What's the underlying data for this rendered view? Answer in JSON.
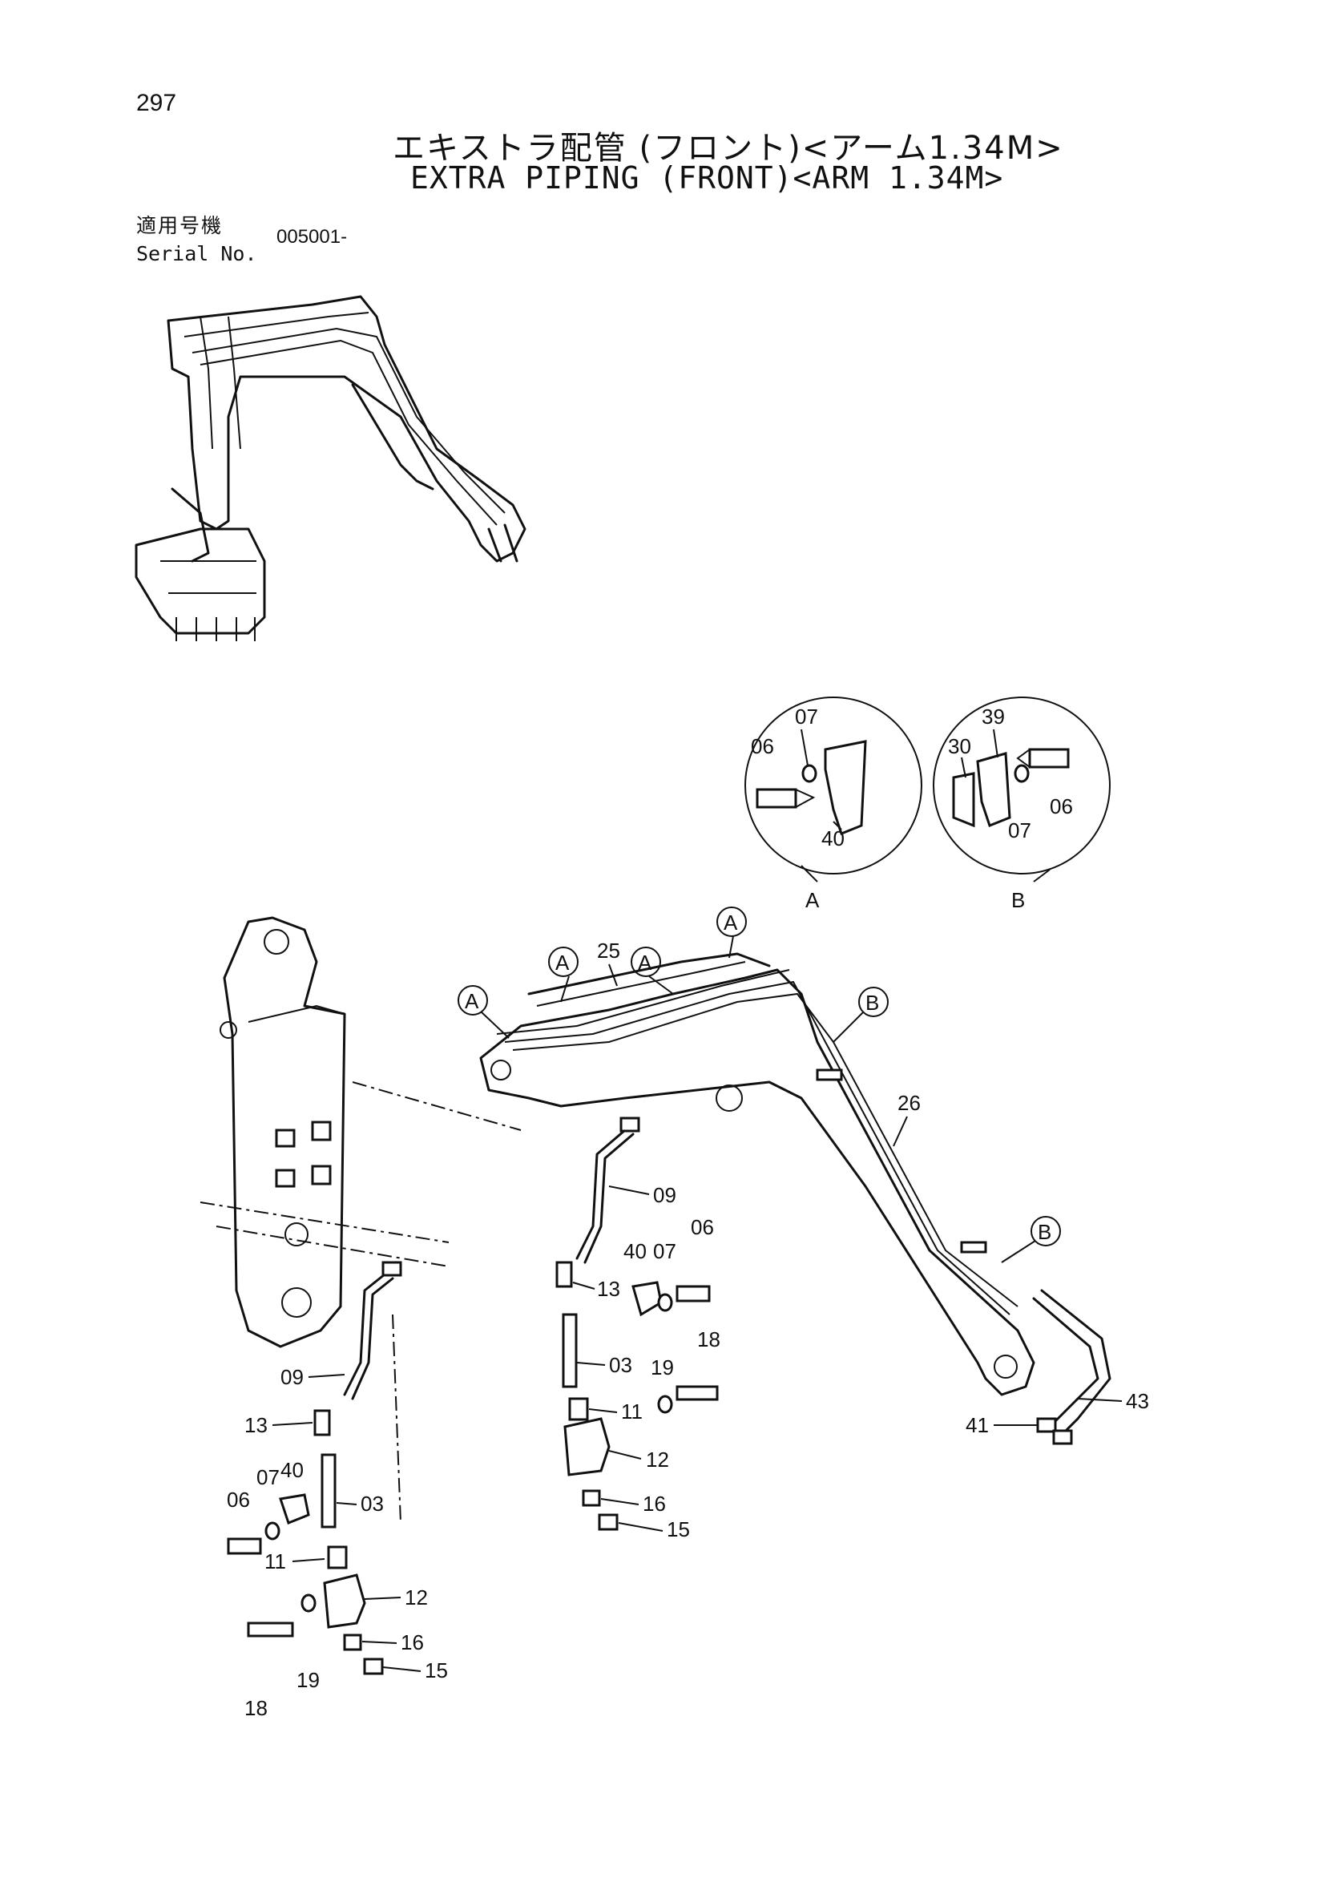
{
  "page": {
    "number": "297",
    "title_jp": "エキストラ配管 (フロント)<アーム1.34M>",
    "title_en": "EXTRA PIPING (FRONT)<ARM 1.34M>",
    "serial_label_jp": "適用号機",
    "serial_label_en": "Serial No.",
    "serial_value": "005001-"
  },
  "detail_views": [
    {
      "id": "A",
      "parts": [
        "06",
        "07",
        "40"
      ]
    },
    {
      "id": "B",
      "parts": [
        "39",
        "30",
        "06",
        "07"
      ]
    }
  ],
  "callouts": {
    "A": "A",
    "B": "B"
  },
  "part_labels": {
    "p25": "25",
    "p26": "26",
    "p09": "09",
    "p13": "13",
    "p40": "40",
    "p07": "07",
    "p06": "06",
    "p03": "03",
    "p18": "18",
    "p19": "19",
    "p11": "11",
    "p12": "12",
    "p16": "16",
    "p15": "15",
    "p41": "41",
    "p43": "43"
  }
}
